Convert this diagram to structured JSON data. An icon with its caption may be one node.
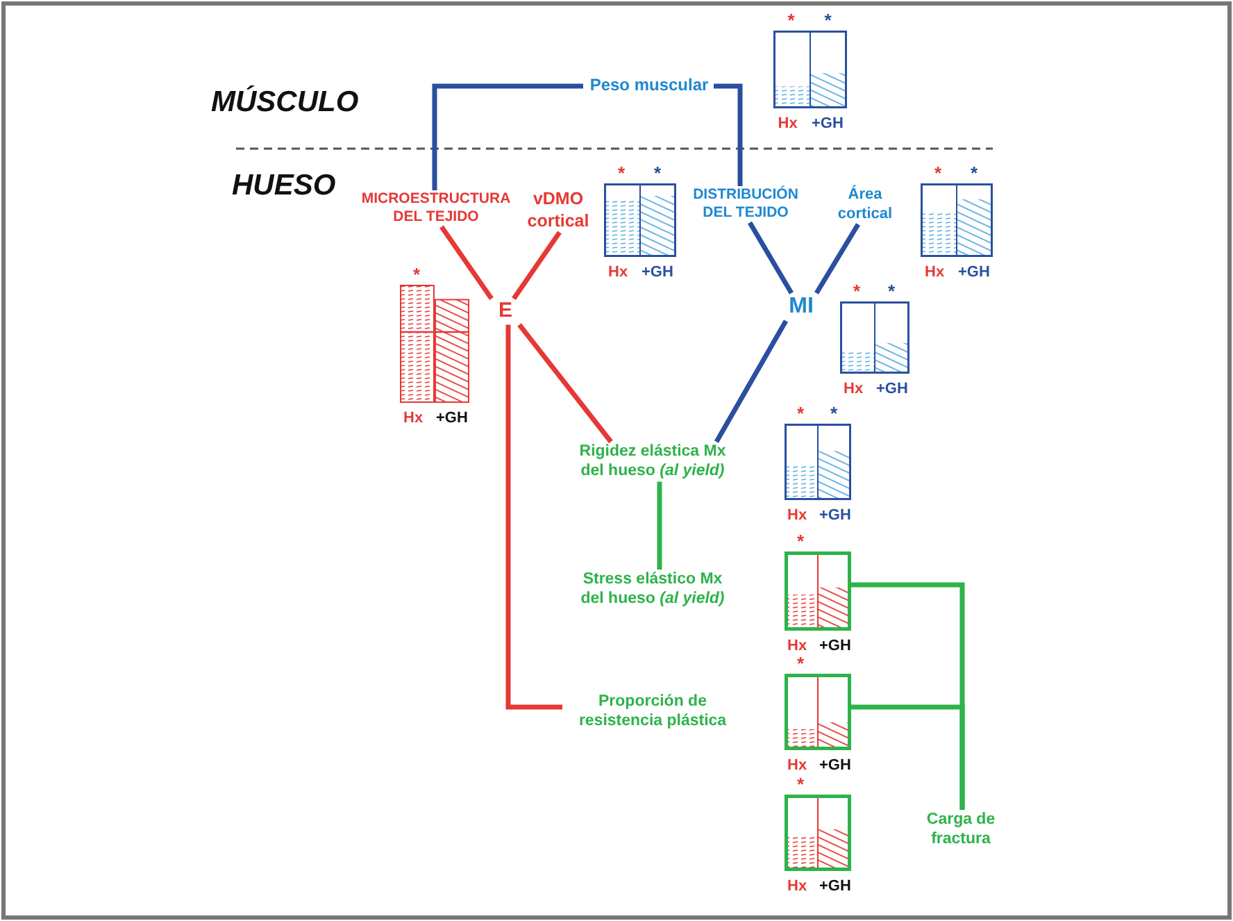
{
  "diagram": {
    "nodes": [
      {
        "text": [
          "Peso muscular"
        ]
      },
      {
        "text": [
          "MICROESTRUCTURA DEL TEJIDO"
        ]
      },
      {
        "text": [
          "vDMO cortical"
        ]
      },
      {
        "text": [
          "DISTRIBUCIÓN DEL TEJIDO"
        ]
      },
      {
        "text": [
          "Área cortical"
        ]
      },
      {
        "text": [
          "E"
        ]
      },
      {
        "text": [
          "MI"
        ]
      },
      {
        "text": [
          "Rigidez elástica Mx del hueso *(al yield)*"
        ]
      },
      {
        "text": [
          "Stress elástico Mx del hueso *(al yield)*"
        ]
      },
      {
        "text": [
          "Proporción de resistencia plástica"
        ]
      },
      {
        "text": [
          "Carga de fractura"
        ]
      },
      {
        "text": [],
        "shape": "bar",
        "beside": [
          "*",
          "*",
          "Hx",
          "+GH"
        ]
      },
      {
        "text": [],
        "shape": "bar",
        "beside": [
          "*",
          "*",
          "Hx",
          "+GH"
        ]
      },
      {
        "text": [],
        "shape": "bar",
        "beside": [
          "*",
          "*",
          "Hx",
          "+GH"
        ]
      },
      {
        "text": [],
        "shape": "bar",
        "beside": [
          "*",
          "Hx",
          "+GH"
        ]
      },
      {
        "text": [],
        "shape": "bar",
        "beside": [
          "*",
          "*",
          "Hx",
          "+GH"
        ]
      },
      {
        "text": [],
        "shape": "bar",
        "beside": [
          "*",
          "*",
          "Hx",
          "+GH"
        ]
      },
      {
        "text": [],
        "shape": "bar",
        "beside": [
          "*",
          "Hx",
          "+GH"
        ]
      },
      {
        "text": [],
        "shape": "bar",
        "beside": [
          "*",
          "Hx",
          "+GH"
        ]
      },
      {
        "text": [],
        "shape": "bar",
        "beside": [
          "*",
          "Hx",
          "+GH"
        ]
      }
    ],
    "edges": [
      {
        "from": 0,
        "to": 1,
        "arrow": "none"
      },
      {
        "from": 0,
        "to": 3,
        "arrow": "none"
      },
      {
        "from": 1,
        "to": 5,
        "arrow": "none",
        "color": "#e53935"
      },
      {
        "from": 2,
        "to": 5,
        "arrow": "none",
        "color": "#e53935"
      },
      {
        "from": 3,
        "to": 6,
        "arrow": "none"
      },
      {
        "from": 4,
        "to": 6,
        "arrow": "none"
      },
      {
        "from": 5,
        "to": 7,
        "arrow": "none",
        "color": "#e53935"
      },
      {
        "from": 6,
        "to": 7,
        "arrow": "none"
      },
      {
        "from": 7,
        "to": 8,
        "arrow": "none",
        "color": "#2db34a"
      },
      {
        "from": 5,
        "to": 9,
        "arrow": "none",
        "color": "#e53935"
      },
      {
        "from": 17,
        "to": 10,
        "arrow": "none",
        "color": "#2db34a"
      },
      {
        "from": 18,
        "to": 10,
        "arrow": "none",
        "color": "#2db34a"
      }
    ],
    "labels": [
      "MÚSCULO",
      "HUESO"
    ]
  }
}
